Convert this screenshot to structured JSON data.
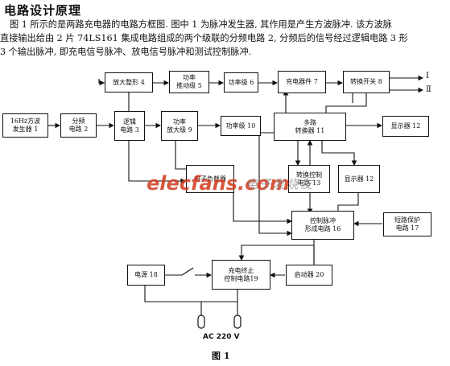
{
  "heading": "电路设计原理",
  "paragraph": {
    "line1": "图 1 所示的是两路充电器的电路方框图. 图中 1 为脉冲发生器, 其作用是产生方波脉冲. 该方波脉",
    "line2": "直接输出给由 2 片 74LS161 集成电路组成的两个级联的分频电路 2, 分频后的信号经过逻辑电路 3 形",
    "line3": "3 个输出脉冲, 即充电信号脉冲、放电信号脉冲和测试控制脉冲."
  },
  "blocks": {
    "b1": [
      "16Hz方波",
      "发生器 1"
    ],
    "b2": [
      "分频",
      "电路 2"
    ],
    "b3": [
      "逻辑",
      "电路 3"
    ],
    "b4": [
      "放大整形 4"
    ],
    "b5": [
      "功率",
      "推动级 5"
    ],
    "b6": [
      "功率级 6"
    ],
    "b7": [
      "充电器件 7"
    ],
    "b8": [
      "转换开关 8"
    ],
    "b9": [
      "功率",
      "放大级 9"
    ],
    "b10": [
      "功率级 10"
    ],
    "b11": [
      "多路",
      "转换器 11"
    ],
    "b12a": [
      "显示器 12"
    ],
    "b12b": [
      "显示器 12"
    ],
    "b13": [
      "转换控制",
      "电路 13"
    ],
    "b14": [
      "电子负载器"
    ],
    "b16": [
      "控制脉冲",
      "形成电路 16"
    ],
    "b17": [
      "短路保护",
      "电路 17"
    ],
    "b18": [
      "电源 18"
    ],
    "b19": [
      "充电终止",
      "控制电路19"
    ],
    "b20": [
      "启动器 20"
    ]
  },
  "outputs": {
    "out1": "I",
    "out2": "Ⅱ"
  },
  "watermark": {
    "main": "elecfans.com",
    "sub": "电子发烧友"
  },
  "ac_label": "AC 220 V",
  "caption": "图 1"
}
